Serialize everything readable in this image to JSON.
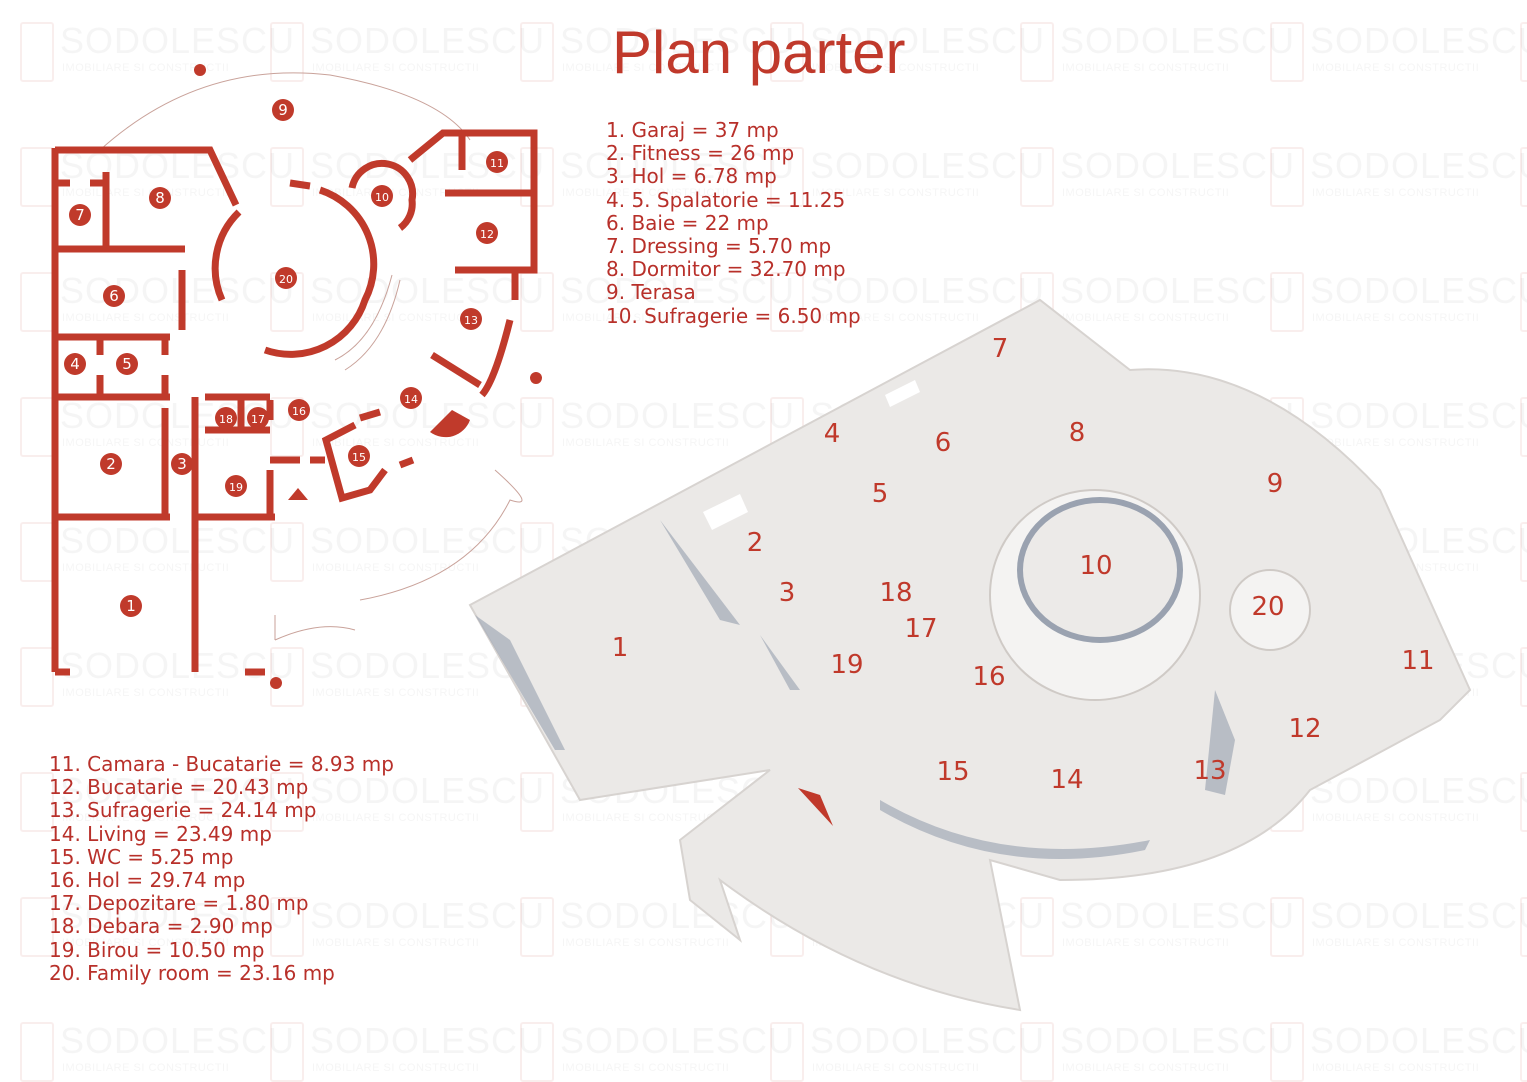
{
  "title": "Plan parter",
  "watermark": {
    "name": "SODOLESCU",
    "subtitle": "IMOBILIARE SI CONSTRUCTII"
  },
  "colors": {
    "accent": "#c0392b",
    "wall": "#c03a2b",
    "model": "#eceae8",
    "model_shadow": "#9aa2b0"
  },
  "legend_top": [
    "1. Garaj = 37 mp",
    "2. Fitness = 26 mp",
    "3. Hol = 6.78 mp",
    "4. 5. Spalatorie = 11.25",
    "6. Baie = 22 mp",
    "7. Dressing = 5.70 mp",
    "8. Dormitor = 32.70 mp",
    "9. Terasa",
    "10. Sufragerie = 6.50 mp"
  ],
  "legend_bottom": [
    "11. Camara - Bucatarie = 8.93 mp",
    "12. Bucatarie = 20.43 mp",
    "13. Sufragerie = 24.14 mp",
    "14. Living = 23.49 mp",
    "15. WC = 5.25 mp",
    "16. Hol = 29.74 mp",
    "17. Depozitare = 1.80 mp",
    "18. Debara = 2.90 mp",
    "19. Birou = 10.50 mp",
    "20. Family room = 23.16 mp"
  ],
  "plan_2d_labels": [
    "1",
    "2",
    "3",
    "4",
    "5",
    "6",
    "7",
    "8",
    "9",
    "10",
    "11",
    "12",
    "13",
    "14",
    "15",
    "16",
    "17",
    "18",
    "19",
    "20"
  ],
  "model_3d_labels": [
    "1",
    "2",
    "3",
    "4",
    "5",
    "6",
    "7",
    "8",
    "9",
    "10",
    "11",
    "12",
    "13",
    "14",
    "15",
    "16",
    "17",
    "18",
    "19",
    "20"
  ]
}
